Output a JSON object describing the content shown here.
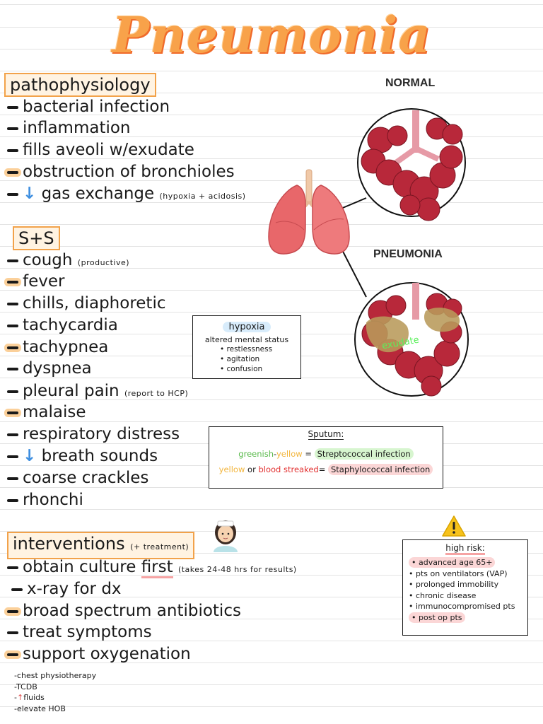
{
  "title": "Pneumonia",
  "patho": {
    "heading": "pathophysiology",
    "items": [
      {
        "text": "bacterial infection",
        "note": ""
      },
      {
        "text": "inflammation",
        "note": ""
      },
      {
        "text": "fills aveoli w/exudate",
        "note": ""
      },
      {
        "text": "obstruction of bronchioles",
        "note": ""
      },
      {
        "arrow": "↓",
        "text": "gas exchange",
        "note": "(hypoxia + acidosis)"
      }
    ]
  },
  "diagram": {
    "normal_label": "NORMAL",
    "pneumonia_label": "PNEUMONIA",
    "exudate_label": "exudate"
  },
  "sns": {
    "heading": "S+S",
    "items": [
      {
        "text": "cough",
        "note": "(productive)"
      },
      {
        "text": "fever",
        "note": ""
      },
      {
        "text": "chills, diaphoretic",
        "note": ""
      },
      {
        "text": "tachycardia",
        "note": ""
      },
      {
        "text": "tachypnea",
        "note": ""
      },
      {
        "text": "dyspnea",
        "note": ""
      },
      {
        "text": "pleural pain",
        "note": "(report to HCP)"
      },
      {
        "text": "malaise",
        "note": ""
      },
      {
        "text": "respiratory distress",
        "note": ""
      },
      {
        "arrow": "↓",
        "text": "breath sounds",
        "note": ""
      },
      {
        "text": "coarse crackles",
        "note": ""
      },
      {
        "text": "rhonchi",
        "note": ""
      }
    ]
  },
  "hypoxia_box": {
    "title": "hypoxia",
    "subtitle": "altered mental status",
    "items": [
      "restlessness",
      "agitation",
      "confusion"
    ]
  },
  "sputum_box": {
    "title": "Sputum:",
    "row1": {
      "c1": "greenish",
      "sep": "-",
      "c2": "yellow",
      "eq": " = ",
      "result": "Streptococcal infection"
    },
    "row2": {
      "c1": "yellow",
      "or": " or ",
      "c2": "blood streaked",
      "eq": "= ",
      "result": "Staphylococcal infection"
    }
  },
  "interventions": {
    "heading": "interventions",
    "heading_note": "(+ treatment)",
    "items": [
      {
        "text": "obtain culture",
        "emph": "first",
        "note": "(takes 24-48 hrs for results)"
      },
      {
        "text": "x-ray for dx",
        "note": ""
      },
      {
        "text": "broad spectrum antibiotics",
        "note": ""
      },
      {
        "text": "treat symptoms",
        "note": ""
      },
      {
        "text": "support oxygenation",
        "note": ""
      }
    ],
    "sub_items": [
      {
        "text": "chest physiotherapy"
      },
      {
        "text": "TCDB"
      },
      {
        "arrow": "↑",
        "text": "fluids"
      },
      {
        "text": "elevate HOB"
      }
    ]
  },
  "high_risk": {
    "title": "high risk:",
    "items": [
      {
        "text": "advanced age 65+",
        "highlight": true
      },
      {
        "text": "pts on ventilators (VAP)",
        "highlight": false
      },
      {
        "text": "prolonged immobility",
        "highlight": false
      },
      {
        "text": "chronic disease",
        "highlight": false
      },
      {
        "text": "immunocompromised pts",
        "highlight": false
      },
      {
        "text": "post op pts",
        "highlight": true
      }
    ]
  },
  "icons": {
    "nurse": "nurse-emoji-icon",
    "warning": "warning-icon",
    "lungs": "lungs-icon"
  },
  "colors": {
    "title_orange": "#f8a24a",
    "heading_box": "#f2a24a",
    "arrow_blue": "#3f8fe0",
    "alveoli_red": "#b8283a",
    "exudate": "#b89a5a"
  }
}
